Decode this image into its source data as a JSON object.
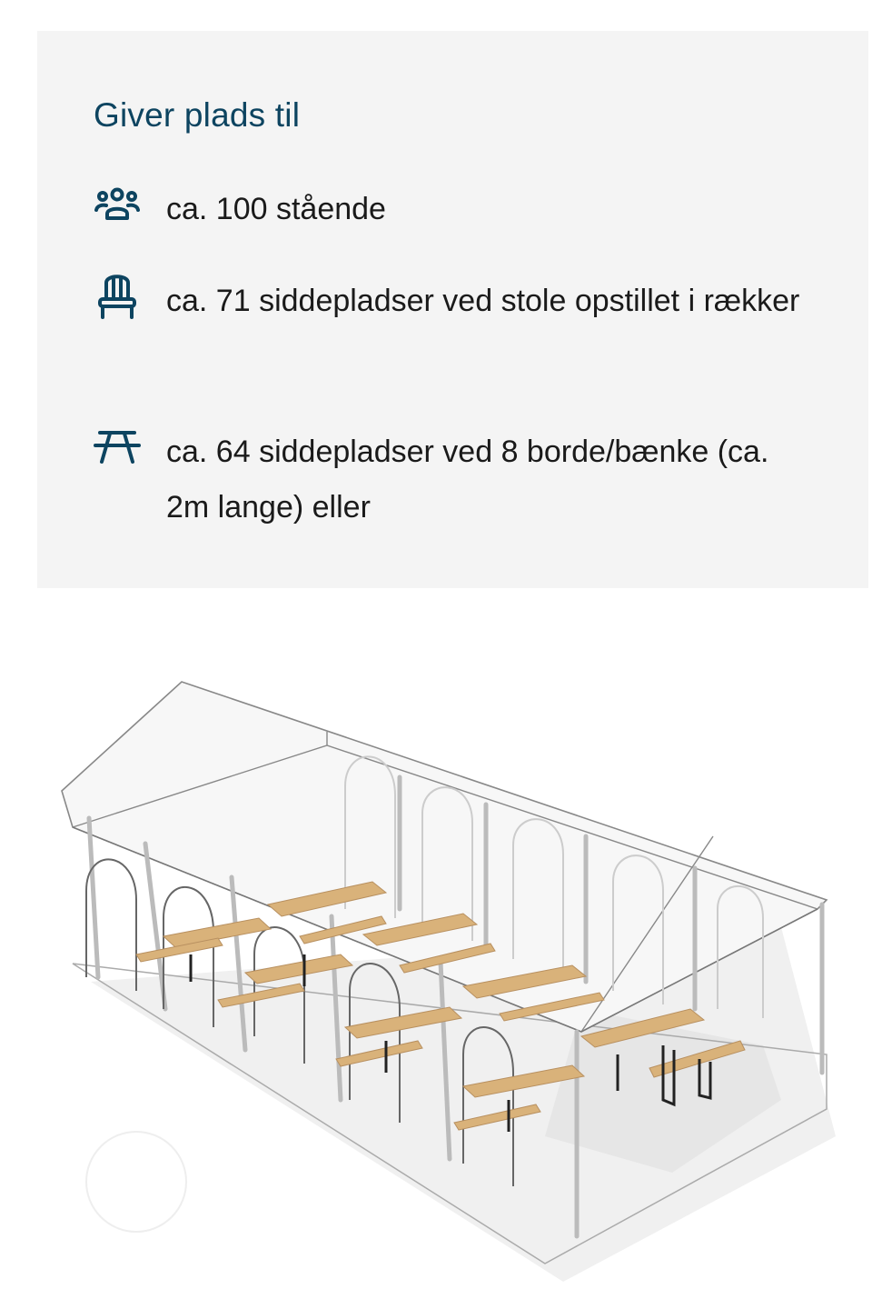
{
  "capacity": {
    "title": "Giver plads til",
    "icon_color": "#0d4460",
    "items": [
      {
        "icon": "people-group-icon",
        "text": "ca. 100 stående"
      },
      {
        "icon": "chair-icon",
        "text": "ca. 71 siddepladser ved stole opstillet i rækker"
      },
      {
        "icon": "picnic-table-icon",
        "text": "ca. 64 siddepladser ved 8 borde/bænke (ca. 2m lange) eller"
      }
    ]
  },
  "figure": {
    "subject": "party-tent-illustration",
    "table_color": "#d9b27a",
    "frame_color": "#999999"
  }
}
